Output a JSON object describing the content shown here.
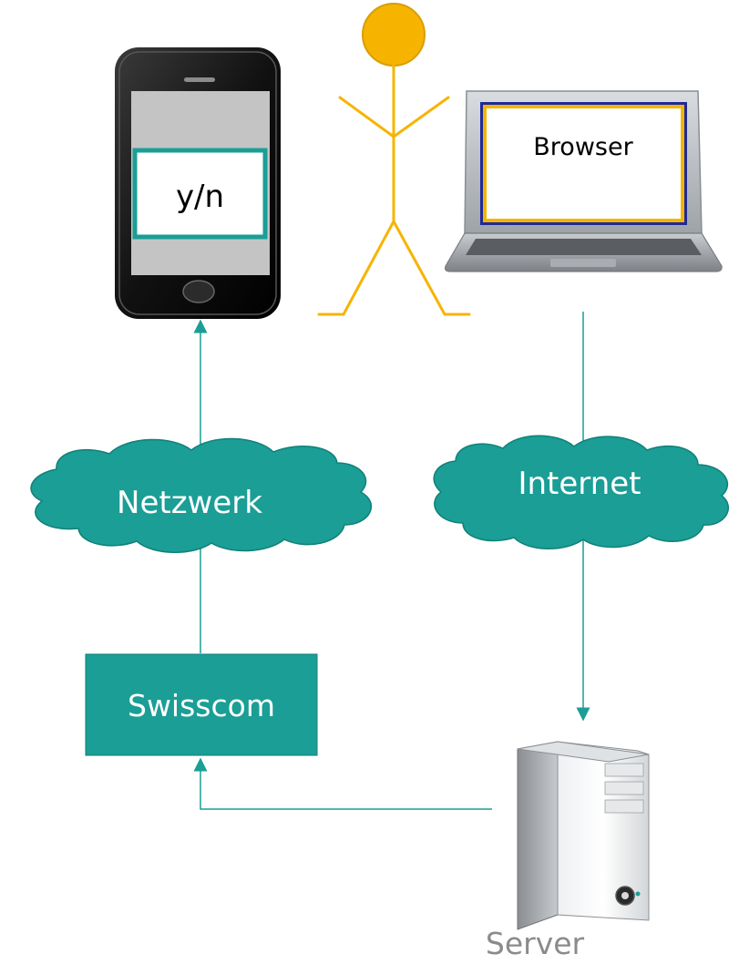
{
  "phone": {
    "screen_text": "y/n"
  },
  "laptop": {
    "screen_text": "Browser"
  },
  "clouds": {
    "left": "Netzwerk",
    "right": "Internet"
  },
  "swisscom": {
    "label": "Swisscom"
  },
  "server": {
    "label": "Server"
  },
  "colors": {
    "teal": "#1a9e96",
    "person": "#f6b400",
    "laptop_frame_blue": "#1e2a9a"
  }
}
